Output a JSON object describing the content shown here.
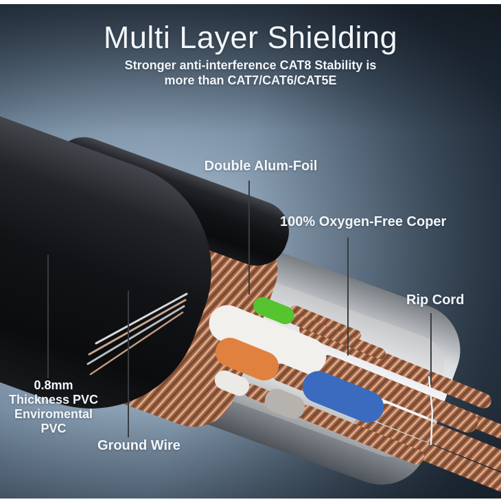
{
  "header": {
    "title": "Multi Layer Shielding",
    "subtitle_line1": "Stronger anti-interference CAT8 Stability is",
    "subtitle_line2": "more than CAT7/CAT6/CAT5E"
  },
  "callouts": {
    "double_alum_foil": "Double Alum-Foil",
    "oxygen_free_copper": "100% Oxygen-Free Coper",
    "rip_cord": "Rip Cord",
    "pvc_line1": "0.8mm",
    "pvc_line2": "Thickness PVC",
    "pvc_line3": "Enviromental",
    "pvc_line4": "PVC",
    "ground_wire": "Ground Wire"
  },
  "colors": {
    "text": "#f3f6f9",
    "callout_line": "#383c42",
    "wire_green": "#55c42f",
    "wire_orange": "#e0813f",
    "wire_blue": "#3a6bbf",
    "wire_white": "#f2f0ed",
    "wire_gray": "#b6b2ae",
    "copper_light": "#f0c9ab",
    "copper_mid": "#b5714e",
    "copper_dark": "#6b4430",
    "jacket_black": "#121316",
    "shield_silver": "#d9dcdf",
    "background_dark": "#222b36",
    "background_light": "#aebfd0"
  }
}
